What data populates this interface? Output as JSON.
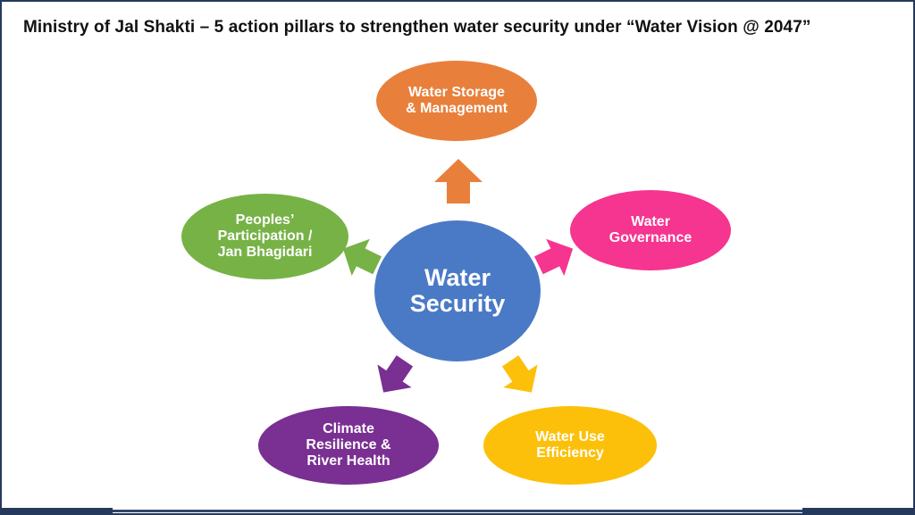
{
  "title": "Ministry of Jal Shakti – 5 action pillars to strengthen water security under “Water Vision @ 2047”",
  "diagram": {
    "center": {
      "name": "water-security",
      "label": "Water\nSecurity",
      "color": "#4a7ac6"
    },
    "pillars": [
      {
        "name": "water-storage-management",
        "label": "Water Storage\n& Management",
        "color": "#e8803c",
        "position": "top",
        "arrow_direction": "up"
      },
      {
        "name": "water-governance",
        "label": "Water\nGovernance",
        "color": "#f5358f",
        "position": "right",
        "arrow_direction": "up-right"
      },
      {
        "name": "water-use-efficiency",
        "label": "Water Use\nEfficiency",
        "color": "#fdc00a",
        "position": "bottom-right",
        "arrow_direction": "down-right"
      },
      {
        "name": "climate-resilience-river-health",
        "label": "Climate\nResilience &\nRiver Health",
        "color": "#7a2f92",
        "position": "bottom-left",
        "arrow_direction": "down-left"
      },
      {
        "name": "peoples-participation-jan-bhagidari",
        "label": "Peoples’\nParticipation /\nJan Bhagidari",
        "color": "#77b246",
        "position": "left",
        "arrow_direction": "up-left"
      }
    ]
  },
  "frame": {
    "border_color": "#25395c",
    "background_color": "#ffffff",
    "text_color": "#ffffff"
  }
}
